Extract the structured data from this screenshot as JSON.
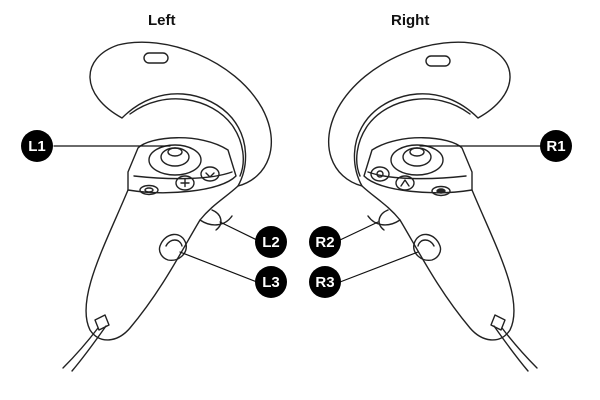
{
  "titles": {
    "left": "Left",
    "right": "Right"
  },
  "labels": {
    "L1": "L1",
    "L2": "L2",
    "L3": "L3",
    "R1": "R1",
    "R2": "R2",
    "R3": "R3"
  },
  "colors": {
    "outline": "#222222",
    "badge_fill": "#000000",
    "badge_text": "#ffffff",
    "background": "#ffffff"
  }
}
